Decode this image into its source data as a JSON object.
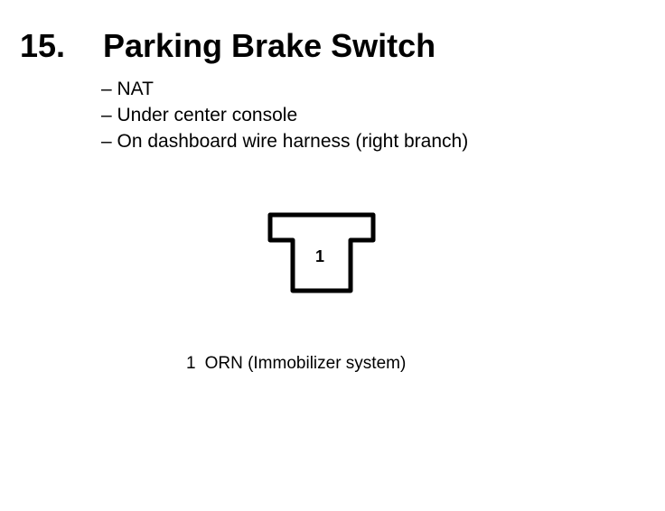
{
  "heading": {
    "number": "15.",
    "title": "Parking Brake Switch"
  },
  "bullets": [
    "– NAT",
    "– Under center console",
    "– On dashboard wire harness (right branch)"
  ],
  "connector": {
    "pin_label": "1"
  },
  "legend": [
    {
      "pin": "1",
      "description": "ORN (Immobilizer system)"
    }
  ]
}
